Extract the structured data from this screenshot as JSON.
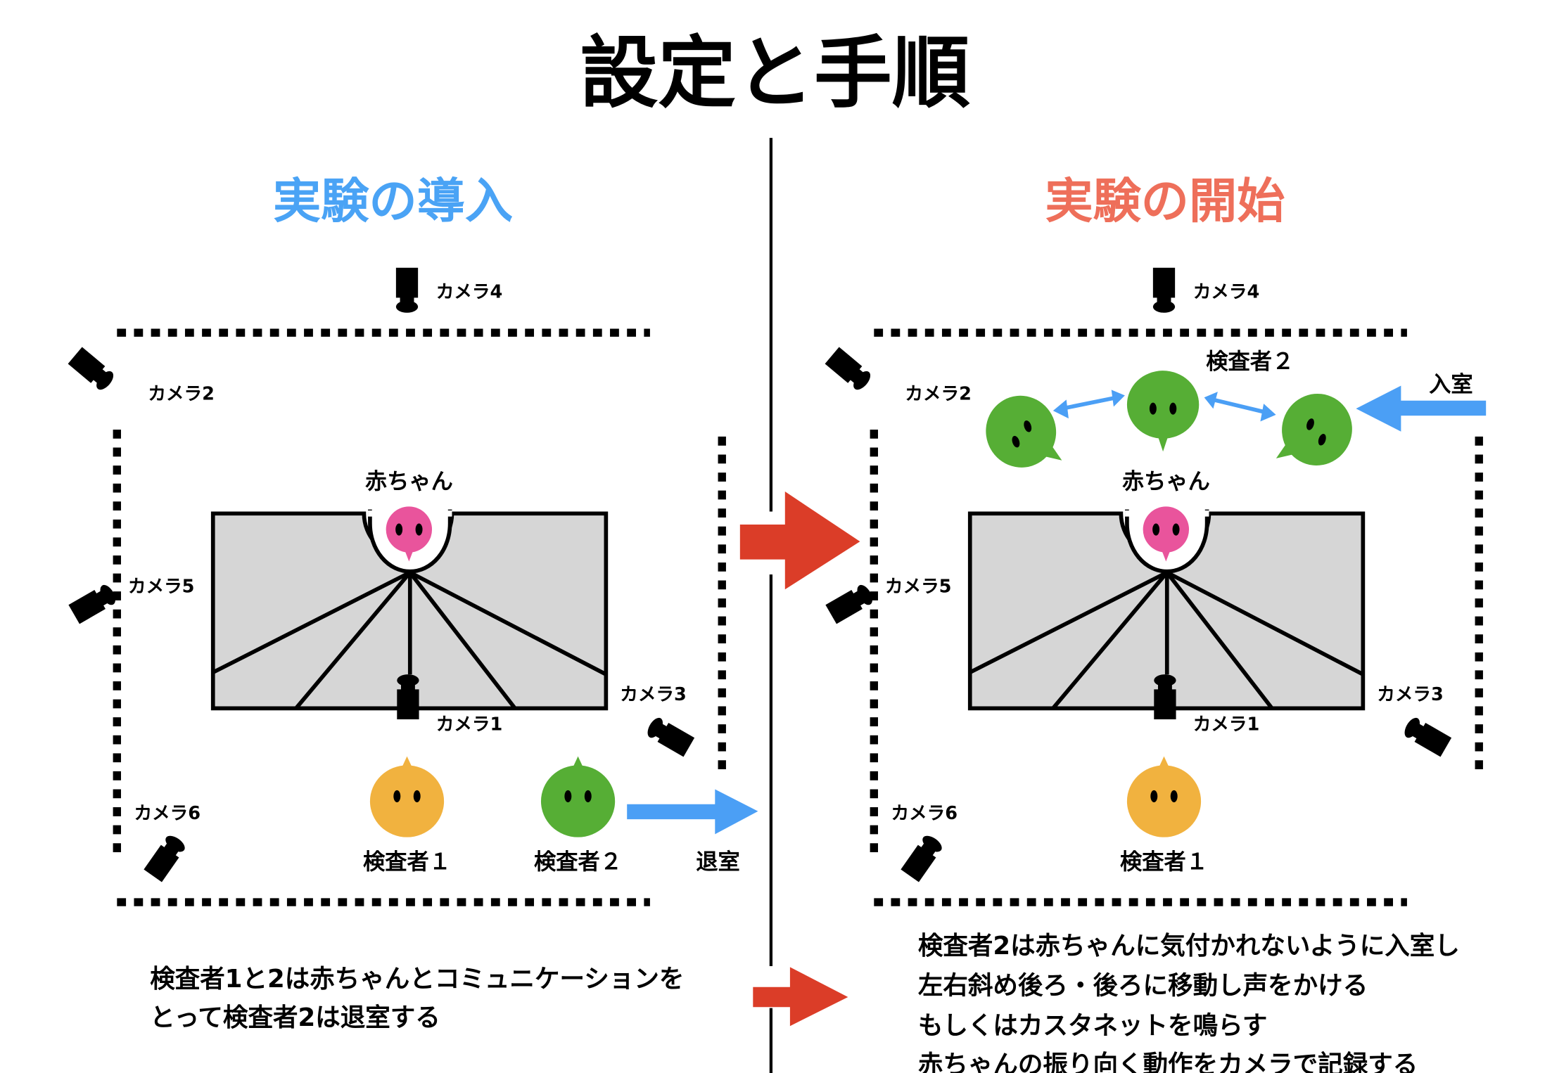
{
  "title": "設定と手順",
  "colors": {
    "intro_heading": "#4aa3f5",
    "start_heading": "#ee6f5a",
    "baby": "#e9549c",
    "examiner1": "#f1b23f",
    "examiner2": "#56ae35",
    "move_arrow": "#4b9ff5",
    "step_arrow": "#db3d28",
    "table": "#d6d6d6"
  },
  "panels": {
    "intro": {
      "heading": "実験の導入",
      "baby_label": "赤ちゃん",
      "cameras": [
        "カメラ1",
        "カメラ2",
        "カメラ3",
        "カメラ4",
        "カメラ5",
        "カメラ6"
      ],
      "examiner1_label": "検査者１",
      "examiner2_label": "検査者２",
      "exit_label": "退室",
      "description": [
        "検査者1と2は赤ちゃんとコミュニケーションを",
        "とって検査者2は退室する"
      ]
    },
    "start": {
      "heading": "実験の開始",
      "baby_label": "赤ちゃん",
      "cameras": [
        "カメラ1",
        "カメラ2",
        "カメラ3",
        "カメラ4",
        "カメラ5",
        "カメラ6"
      ],
      "examiner1_label": "検査者１",
      "examiner2_label": "検査者２",
      "enter_label": "入室",
      "description": [
        "検査者2は赤ちゃんに気付かれないように入室し",
        "左右斜め後ろ・後ろに移動し声をかける",
        "もしくはカスタネットを鳴らす",
        "赤ちゃんの振り向く動作をカメラで記録する"
      ]
    }
  }
}
